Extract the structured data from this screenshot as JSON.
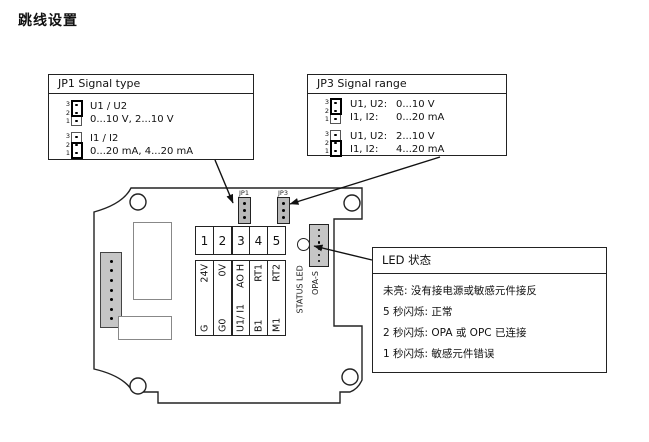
{
  "page": {
    "title": "跳线设置"
  },
  "jp1_box": {
    "title": "JP1 Signal type",
    "rows": [
      {
        "pins": [
          "3",
          "2",
          "1"
        ],
        "cap": "top",
        "name": "U1 / U2",
        "range": "0...10 V, 2...10 V"
      },
      {
        "pins": [
          "3",
          "2",
          "1"
        ],
        "cap": "bottom",
        "name": "I1 / I2",
        "range": "0...20 mA, 4...20 mA"
      }
    ]
  },
  "jp3_box": {
    "title": "JP3 Signal range",
    "rows": [
      {
        "pins": [
          "3",
          "2",
          "1"
        ],
        "cap": "top",
        "lines": [
          {
            "label": "U1, U2:",
            "value": "0...10 V"
          },
          {
            "label": "I1, I2:",
            "value": "0...20 mA"
          }
        ]
      },
      {
        "pins": [
          "3",
          "2",
          "1"
        ],
        "cap": "bottom",
        "lines": [
          {
            "label": "U1, U2:",
            "value": "2...10 V"
          },
          {
            "label": "I1, I2:",
            "value": "4...20 mA"
          }
        ]
      }
    ]
  },
  "led_box": {
    "title": "LED 状态",
    "rows": [
      "未亮: 没有接电源或敏感元件接反",
      "5 秒闪烁: 正常",
      "2 秒闪烁: OPA 或 OPC 已连接",
      "1 秒闪烁: 敏感元件错误"
    ]
  },
  "board": {
    "jp1_label": "JP1",
    "jp3_label": "JP3",
    "terminals": [
      "1",
      "2",
      "3",
      "4",
      "5"
    ],
    "terminal_labels": [
      {
        "bottom": "G",
        "top": "24V"
      },
      {
        "bottom": "G0",
        "top": "0V"
      },
      {
        "bottom": "U1/ I1",
        "top": "AO H"
      },
      {
        "bottom": "B1",
        "top": "RT1"
      },
      {
        "bottom": "M1",
        "top": "RT2"
      }
    ],
    "status_led_label": "STATUS LED",
    "opa_label": "OPA-S"
  }
}
